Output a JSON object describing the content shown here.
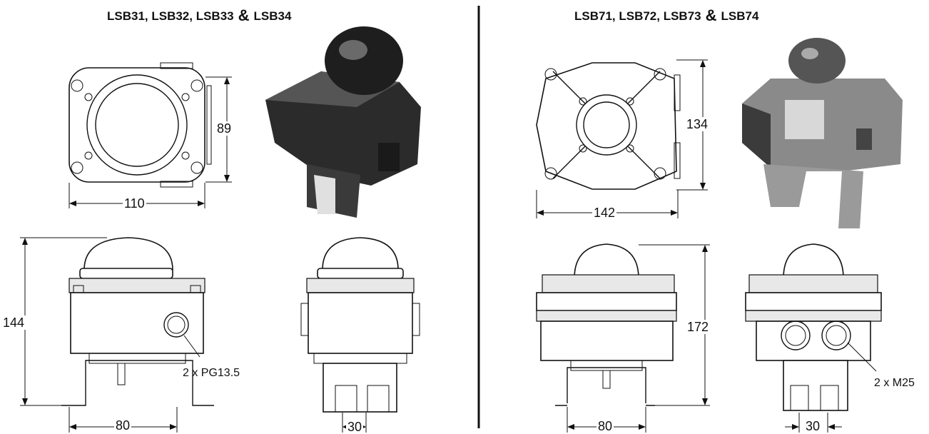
{
  "left": {
    "title_models": "LSB31, LSB32, LSB33",
    "title_amp": "&",
    "title_last": "LSB34",
    "dims": {
      "top_height": "89",
      "top_width": "110",
      "side_height": "144",
      "bracket_width": "80",
      "end_width": "30"
    },
    "entry_note": "2 x PG13.5"
  },
  "right": {
    "title_models": "LSB71, LSB72, LSB73",
    "title_amp": "&",
    "title_last": "LSB74",
    "dims": {
      "top_height": "134",
      "top_width": "142",
      "side_height": "172",
      "bracket_width": "80",
      "end_width": "30"
    },
    "entry_note": "2 x M25"
  }
}
